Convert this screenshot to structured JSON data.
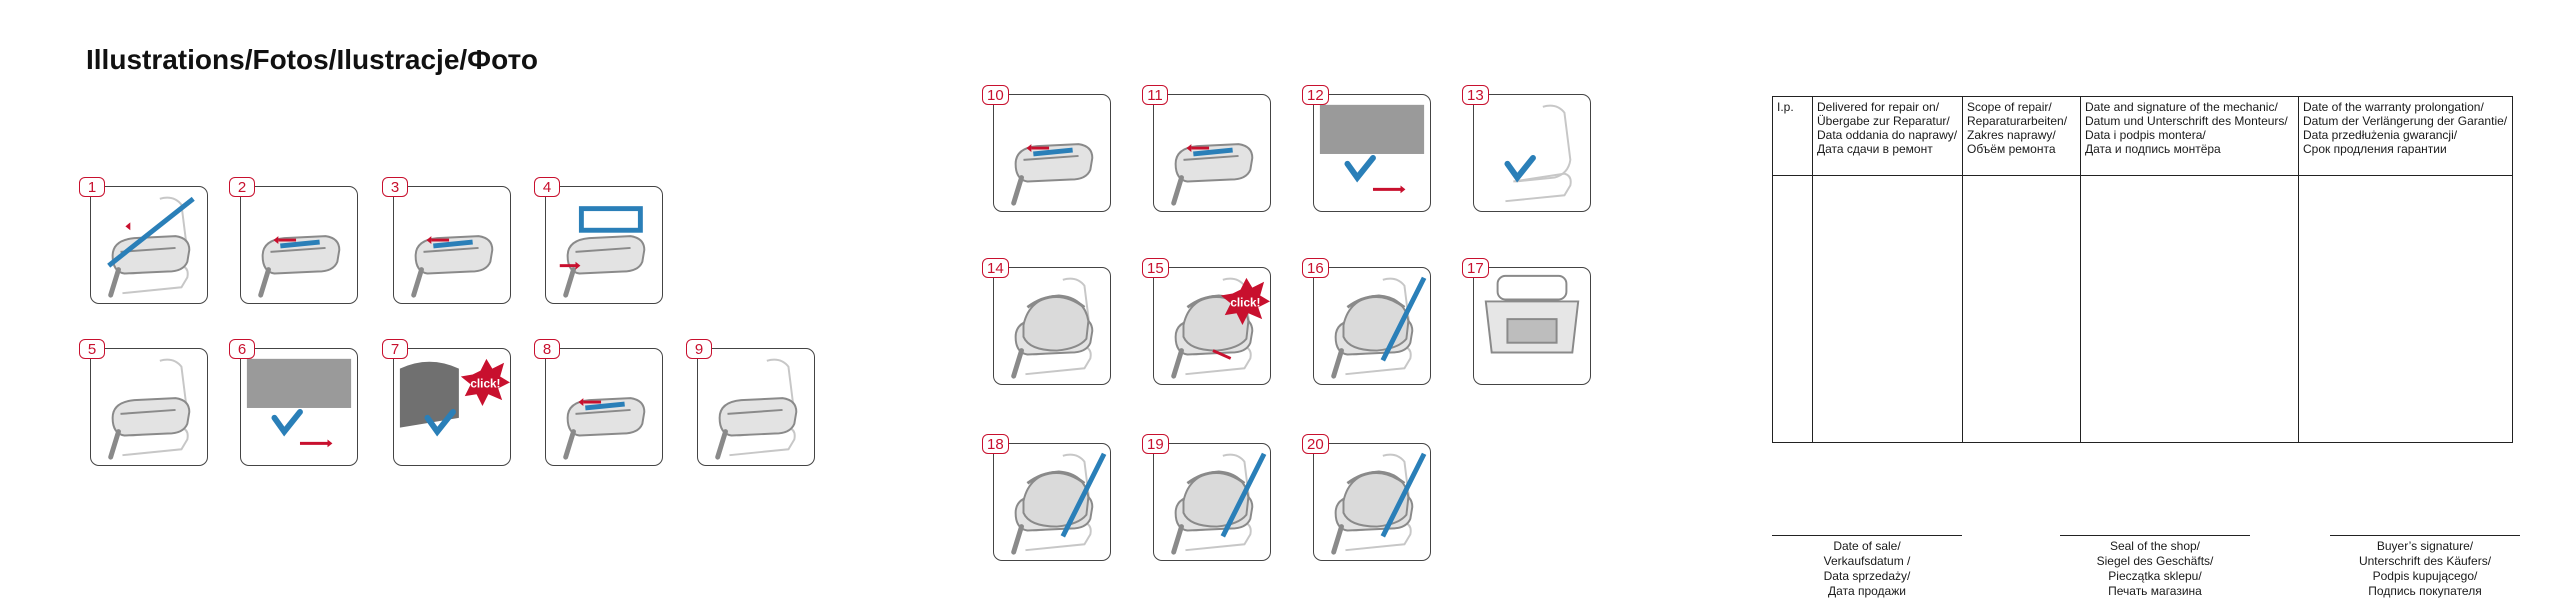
{
  "heading": "Illustrations/Fotos/Ilustracje/Фото",
  "colors": {
    "accent": "#c8102e",
    "strap": "#2a7fb8",
    "outline": "#444444"
  },
  "steps": [
    {
      "num": "1",
      "icon": "seat-strap-icon"
    },
    {
      "num": "2",
      "icon": "base-arrow-icon"
    },
    {
      "num": "3",
      "icon": "base-arrow-icon"
    },
    {
      "num": "4",
      "icon": "base-connectors-icon"
    },
    {
      "num": "5",
      "icon": "seat-base-icon"
    },
    {
      "num": "6",
      "icon": "isofix-arrow-icon"
    },
    {
      "num": "7",
      "icon": "isofix-click-icon",
      "badge": "click!"
    },
    {
      "num": "8",
      "icon": "base-arrow-icon"
    },
    {
      "num": "9",
      "icon": "seat-base-icon"
    },
    {
      "num": "10",
      "icon": "base-arrow-icon"
    },
    {
      "num": "11",
      "icon": "base-arrow-icon"
    },
    {
      "num": "12",
      "icon": "isofix-arrow-icon"
    },
    {
      "num": "13",
      "icon": "isofix-check-icon"
    },
    {
      "num": "14",
      "icon": "carrier-icon"
    },
    {
      "num": "15",
      "icon": "carrier-click-icon",
      "badge": "click!"
    },
    {
      "num": "16",
      "icon": "carrier-strap-icon"
    },
    {
      "num": "17",
      "icon": "seat-rear-icon"
    },
    {
      "num": "18",
      "icon": "carrier-strap-icon"
    },
    {
      "num": "19",
      "icon": "carrier-strap-icon"
    },
    {
      "num": "20",
      "icon": "carrier-strap-icon"
    }
  ],
  "warranty": {
    "headers": [
      "I.p.",
      "Delivered for repair on/\nÜbergabe zur Reparatur/\nData oddania do naprawy/\nДата сдачи в ремонт",
      "Scope of repair/\nReparaturarbeiten/\nZakres naprawy/\nОбъём ремонта",
      "Date and signature of the mechanic/\nDatum und Unterschrift des Monteurs/\nData i podpis montera/\nДата и подпись монтёра",
      "Date of the warranty prolongation/\nDatum der Verlängerung der Garantie/\nData przedłużenia gwarancji/\nСрок продления гарантии"
    ]
  },
  "signatures": [
    "Date of sale/\nVerkaufsdatum /\nData sprzedaży/\nДата продажи",
    "Seal of the shop/\nSiegel des Geschäfts/\nPieczątka sklepu/\nПечать магазина",
    "Buyer’s signature/\nUnterschrift des Käufers/\nPodpis kupującego/\nПодпись покупателя"
  ]
}
